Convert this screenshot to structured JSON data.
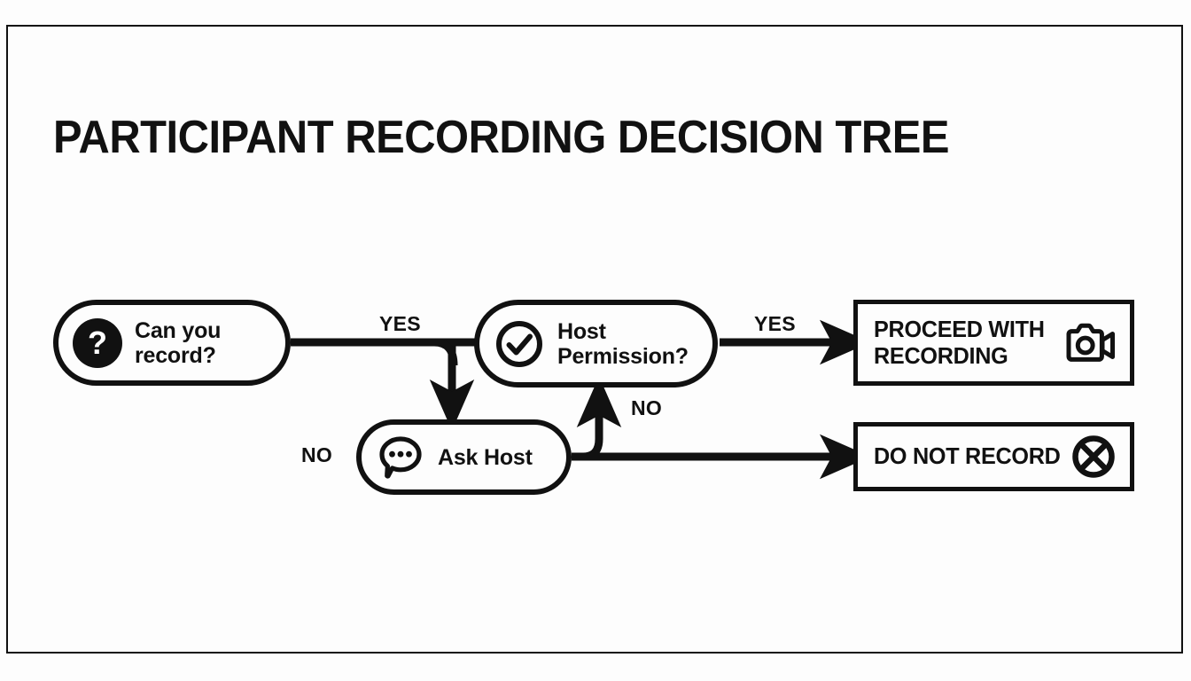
{
  "page": {
    "title": "PARTICIPANT RECORDING DECISION TREE",
    "frame_color": "#111111",
    "background_color": "#fdfdfd",
    "ink_color": "#111111"
  },
  "diagram": {
    "type": "decision-tree-flowchart",
    "nodes": [
      {
        "id": "can-record",
        "label": "Can you\nrecord?",
        "shape": "pill",
        "icon": "question-mark-badge-icon",
        "icon_glyph": "?"
      },
      {
        "id": "host-permission",
        "label": "Host\nPermission?",
        "shape": "pill",
        "icon": "check-circle-icon"
      },
      {
        "id": "ask-host",
        "label": "Ask Host",
        "shape": "pill",
        "icon": "speech-bubble-dots-icon"
      },
      {
        "id": "proceed-with-recording",
        "label": "PROCEED WITH\nRECORDING",
        "shape": "rectangle",
        "icon": "video-camera-icon"
      },
      {
        "id": "do-not-record",
        "label": "DO NOT RECORD",
        "shape": "rectangle",
        "icon": "circle-x-icon"
      }
    ],
    "edges": [
      {
        "id": "e1",
        "from": "can-record",
        "to": "host-permission",
        "label": "YES"
      },
      {
        "id": "e2",
        "from": "host-permission",
        "to": "proceed-with-recording",
        "label": "YES"
      },
      {
        "id": "e3",
        "from": "can-record",
        "to": "ask-host",
        "label": "NO"
      },
      {
        "id": "e4",
        "from": "ask-host",
        "to": "host-permission",
        "label": "NO"
      },
      {
        "id": "e5",
        "from": "ask-host",
        "to": "do-not-record",
        "label": ""
      }
    ]
  }
}
